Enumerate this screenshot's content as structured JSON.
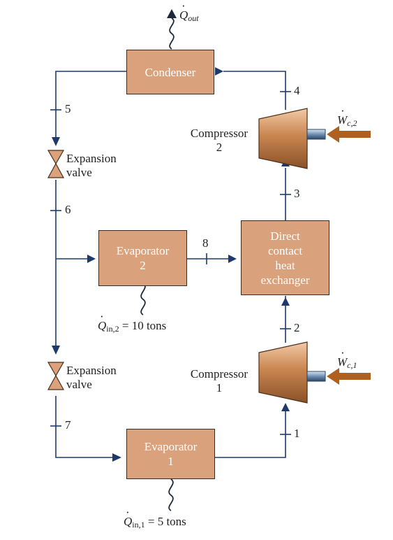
{
  "boxes": {
    "condenser": "Condenser",
    "evaporator2": [
      "Evaporator",
      "2"
    ],
    "evaporator1": [
      "Evaporator",
      "1"
    ],
    "heat_exchanger": [
      "Direct",
      "contact",
      "heat",
      "exchanger"
    ]
  },
  "compressors": {
    "c2": [
      "Compressor",
      "2"
    ],
    "c1": [
      "Compressor",
      "1"
    ]
  },
  "valves": {
    "v_top": [
      "Expansion",
      "valve"
    ],
    "v_bottom": [
      "Expansion",
      "valve"
    ]
  },
  "states": {
    "s1": "1",
    "s2": "2",
    "s3": "3",
    "s4": "4",
    "s5": "5",
    "s6": "6",
    "s7": "7",
    "s8": "8"
  },
  "heat": {
    "q_out_sym": "Q",
    "q_out_sub": "out",
    "q_in2_sym": "Q",
    "q_in2_sub": "in,2",
    "q_in2_value": " = 10 tons",
    "q_in1_sym": "Q",
    "q_in1_sub": "in,1",
    "q_in1_value": " = 5 tons"
  },
  "work": {
    "w2_sym": "W",
    "w2_sub": "c,2",
    "w1_sym": "W",
    "w1_sub": "c,1"
  },
  "colors": {
    "box_fill": "#d9a27c",
    "line": "#1e3a6b",
    "work_arrow": "#b0601e"
  }
}
